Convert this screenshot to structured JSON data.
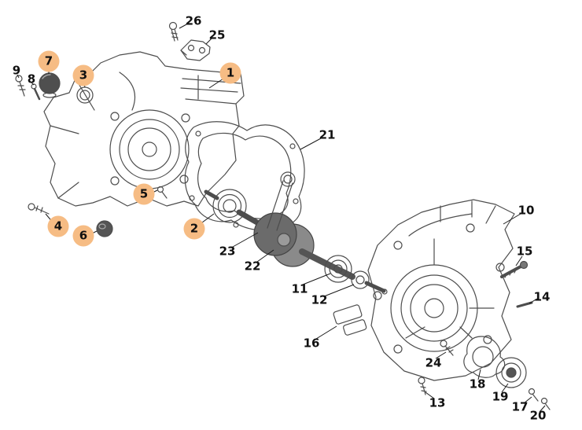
{
  "diagram": {
    "highlight_color": "#f6bc84",
    "line_color": "#4d4d4d",
    "leader_color": "#1a1a1a",
    "background": "#ffffff"
  },
  "callouts": [
    {
      "label": "1",
      "highlighted": true
    },
    {
      "label": "2",
      "highlighted": true
    },
    {
      "label": "3",
      "highlighted": true
    },
    {
      "label": "4",
      "highlighted": true
    },
    {
      "label": "5",
      "highlighted": true
    },
    {
      "label": "6",
      "highlighted": true
    },
    {
      "label": "7",
      "highlighted": true
    },
    {
      "label": "8",
      "highlighted": false
    },
    {
      "label": "9",
      "highlighted": false
    },
    {
      "label": "10",
      "highlighted": false
    },
    {
      "label": "11",
      "highlighted": false
    },
    {
      "label": "12",
      "highlighted": false
    },
    {
      "label": "13",
      "highlighted": false
    },
    {
      "label": "14",
      "highlighted": false
    },
    {
      "label": "15",
      "highlighted": false
    },
    {
      "label": "16",
      "highlighted": false
    },
    {
      "label": "17",
      "highlighted": false
    },
    {
      "label": "18",
      "highlighted": false
    },
    {
      "label": "19",
      "highlighted": false
    },
    {
      "label": "20",
      "highlighted": false
    },
    {
      "label": "21",
      "highlighted": false
    },
    {
      "label": "22",
      "highlighted": false
    },
    {
      "label": "23",
      "highlighted": false
    },
    {
      "label": "24",
      "highlighted": false
    },
    {
      "label": "25",
      "highlighted": false
    },
    {
      "label": "26",
      "highlighted": false
    }
  ]
}
